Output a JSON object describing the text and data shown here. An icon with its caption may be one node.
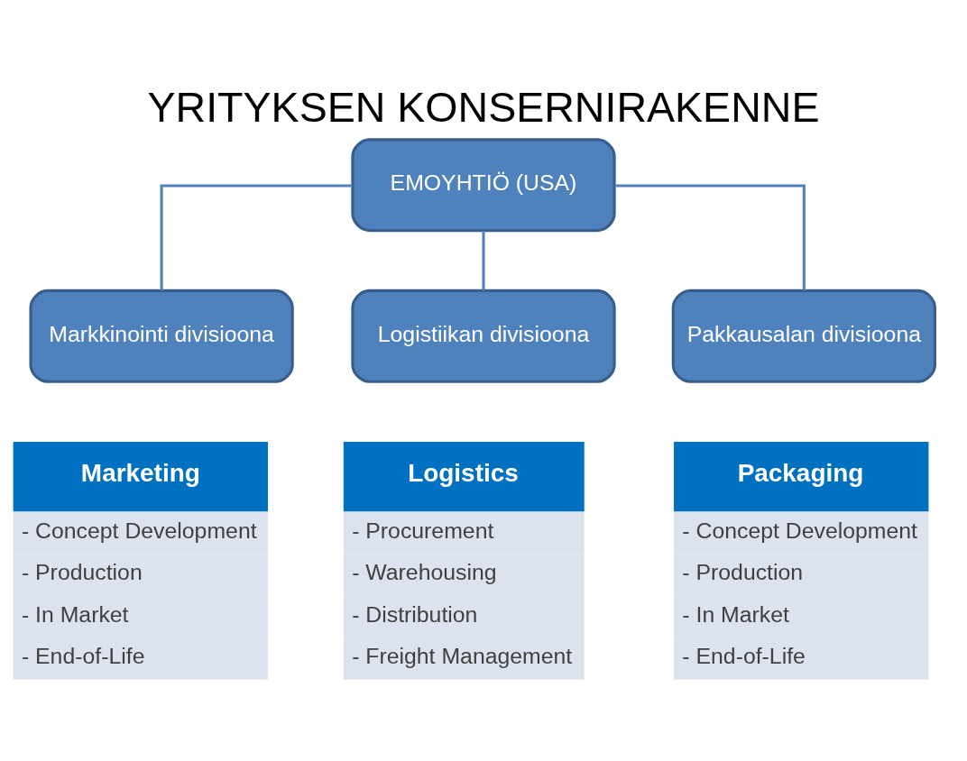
{
  "diagram": {
    "title": "YRITYKSEN KONSERNIRAKENNE",
    "nodes": [
      {
        "text": [
          "EMOYHTIÖ (USA)"
        ]
      },
      {
        "text": [
          "Markkinointi divisioona"
        ]
      },
      {
        "text": [
          "Logistiikan divisioona"
        ]
      },
      {
        "text": [
          "Pakkausalan divisioona"
        ]
      },
      {
        "text": [
          "Marketing",
          "- Concept Development",
          "- Production",
          "- In Market",
          "- End-of-Life"
        ]
      },
      {
        "text": [
          "Logistics",
          "- Procurement",
          "- Warehousing",
          "- Distribution",
          "- Freight Management"
        ]
      },
      {
        "text": [
          "Packaging",
          "- Concept Development",
          "- Production",
          "- In Market",
          "- End-of-Life"
        ]
      }
    ],
    "edges": [
      {
        "from": 0,
        "to": 1,
        "arrow": "none"
      },
      {
        "from": 0,
        "to": 2,
        "arrow": "none"
      },
      {
        "from": 0,
        "to": 3,
        "arrow": "none"
      }
    ]
  }
}
